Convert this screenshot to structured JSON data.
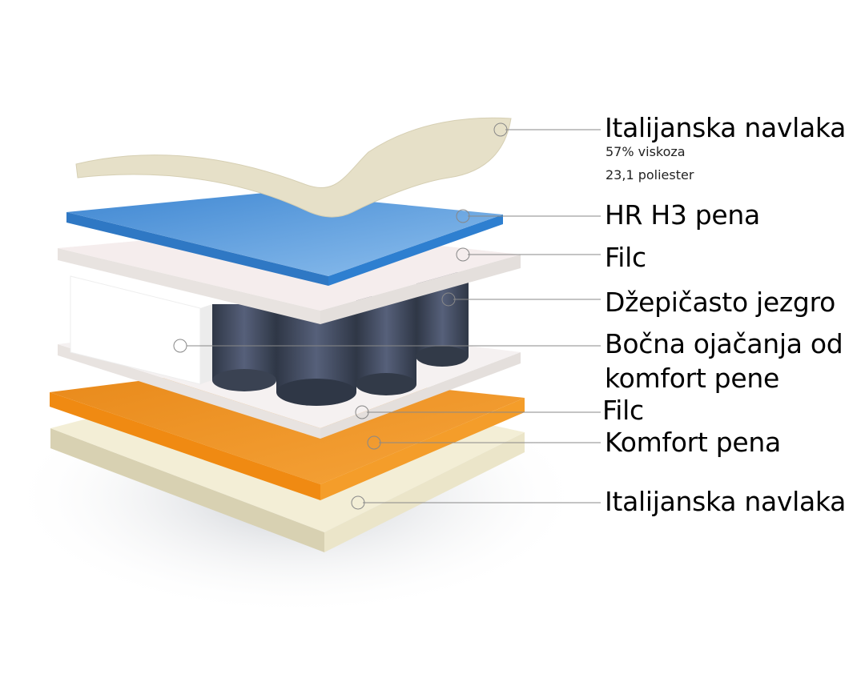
{
  "title": "Mattress layers diagram",
  "labels": {
    "top_cover": "Italijanska navlaka",
    "top_cover_detail_1": "57% viskoza",
    "top_cover_detail_2": "23,1 poliester",
    "hr_foam": "HR H3 pena",
    "felt_top": "Filc",
    "pocket_core": "Džepičasto jezgro",
    "side_reinforcement_1": "Bočna ojačanja od",
    "side_reinforcement_2": "komfort pene",
    "felt_bottom": "Filc",
    "comfort_foam": "Komfort pena",
    "bottom_cover": "Italijanska navlaka"
  },
  "colors": {
    "cover": "#e9e4cf",
    "hr_foam": "#4a90d6",
    "felt": "#f3eeee",
    "springs": "#3e4657",
    "comfort_foam": "#f2951e",
    "bottom_cover": "#f1ecd2"
  }
}
